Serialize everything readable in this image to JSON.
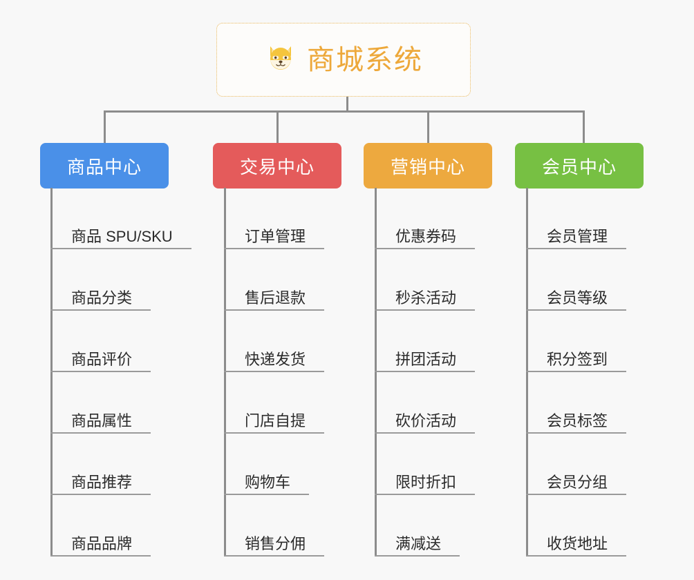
{
  "diagram": {
    "type": "org-chart",
    "background_color": "#f8f8f8",
    "root": {
      "title": "商城系统",
      "icon": "shiba-dog-icon",
      "text_color": "#eda83a",
      "border_color": "#eab85c",
      "background_color": "#fdfcfa"
    },
    "connector_color": "#8c8c8c",
    "branches": [
      {
        "label": "商品中心",
        "color": "#4a90e8",
        "items": [
          "商品 SPU/SKU",
          "商品分类",
          "商品评价",
          "商品属性",
          "商品推荐",
          "商品品牌"
        ]
      },
      {
        "label": "交易中心",
        "color": "#e45b5b",
        "items": [
          "订单管理",
          "售后退款",
          "快递发货",
          "门店自提",
          "购物车",
          "销售分佣"
        ]
      },
      {
        "label": "营销中心",
        "color": "#eda93f",
        "items": [
          "优惠券码",
          "秒杀活动",
          "拼团活动",
          "砍价活动",
          "限时折扣",
          "满减送"
        ]
      },
      {
        "label": "会员中心",
        "color": "#77c043",
        "items": [
          "会员管理",
          "会员等级",
          "积分签到",
          "会员标签",
          "会员分组",
          "收货地址"
        ]
      }
    ]
  }
}
